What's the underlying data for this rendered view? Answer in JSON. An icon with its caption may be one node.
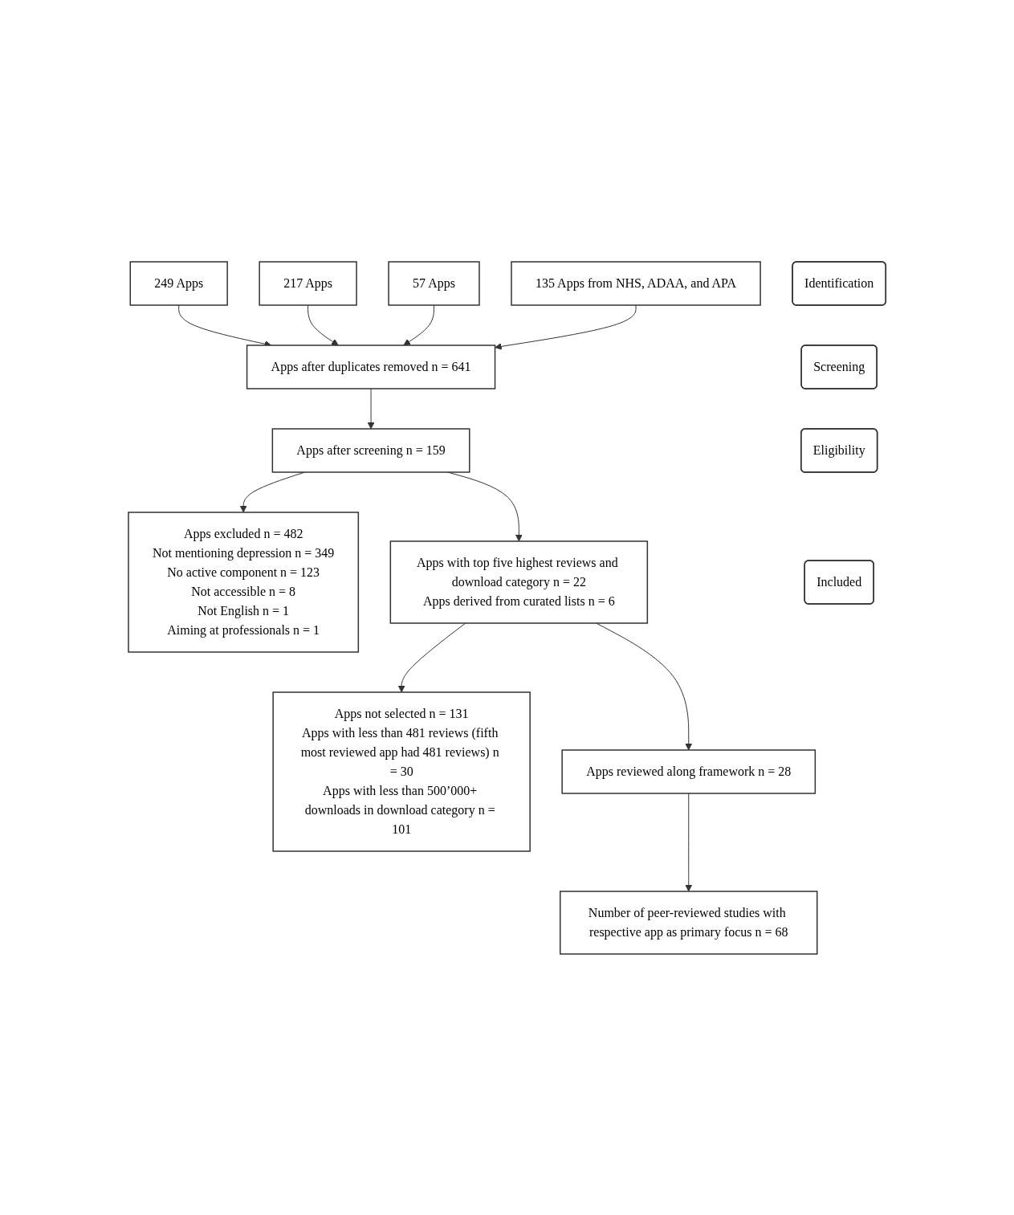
{
  "diagram": {
    "nodes": [
      {
        "text": [
          "Identification"
        ]
      },
      {
        "text": [
          "249 Apps"
        ]
      },
      {
        "text": [
          "217 Apps"
        ]
      },
      {
        "text": [
          "57 Apps"
        ]
      },
      {
        "text": [
          "135 Apps from NHS, ADAA, and APA"
        ]
      },
      {
        "text": [
          "Apps after duplicates removed n = 641"
        ]
      },
      {
        "text": [
          "Screening"
        ]
      },
      {
        "text": [
          "Apps after screening n = 159"
        ]
      },
      {
        "text": [
          "Apps excluded n = 482",
          "Not mentioning depression n = 349",
          "No active component n = 123",
          "Not accessible n = 8",
          "Not English n = 1",
          "Aiming at professionals n = 1"
        ]
      },
      {
        "text": [
          "Eligibility"
        ]
      },
      {
        "text": [
          "Apps with top five highest reviews and download category n = 22",
          "Apps derived from curated lists n = 6"
        ]
      },
      {
        "text": [
          "Apps not selected n = 131",
          "Apps with less than 481 reviews (fifth most reviewed app had 481 reviews) n = 30",
          "Apps with less than 500’000+ downloads in download category n = 101"
        ]
      },
      {
        "text": [
          "Included"
        ]
      },
      {
        "text": [
          "Apps reviewed along framework n = 28"
        ]
      },
      {
        "text": [
          "Number of peer-reviewed studies with respective app as primary focus n = 68"
        ]
      }
    ],
    "edges": [
      {
        "from": 1,
        "to": 5,
        "arrow": "to"
      },
      {
        "from": 2,
        "to": 5,
        "arrow": "to"
      },
      {
        "from": 3,
        "to": 5,
        "arrow": "to"
      },
      {
        "from": 4,
        "to": 5,
        "arrow": "to"
      },
      {
        "from": 5,
        "to": 7,
        "arrow": "to"
      },
      {
        "from": 7,
        "to": 8,
        "arrow": "to"
      },
      {
        "from": 7,
        "to": 10,
        "arrow": "to"
      },
      {
        "from": 10,
        "to": 11,
        "arrow": "to"
      },
      {
        "from": 10,
        "to": 13,
        "arrow": "to"
      },
      {
        "from": 13,
        "to": 14,
        "arrow": "to"
      }
    ]
  }
}
